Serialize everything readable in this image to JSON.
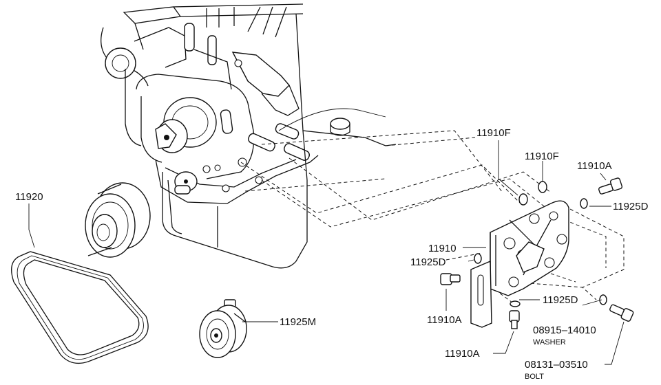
{
  "diagram": {
    "callouts": [
      {
        "id": "c-11910f-a",
        "part": "11910F"
      },
      {
        "id": "c-11910f-b",
        "part": "11910F"
      },
      {
        "id": "c-11910a-top",
        "part": "11910A"
      },
      {
        "id": "c-11925d-top",
        "part": "11925D"
      },
      {
        "id": "c-11920",
        "part": "11920"
      },
      {
        "id": "c-11910",
        "part": "11910"
      },
      {
        "id": "c-11925d-mid",
        "part": "11925D"
      },
      {
        "id": "c-11925d-low",
        "part": "11925D"
      },
      {
        "id": "c-11910a-left",
        "part": "11910A"
      },
      {
        "id": "c-11925m",
        "part": "11925M"
      },
      {
        "id": "c-08915",
        "part": "08915–14010",
        "desc": "WASHER"
      },
      {
        "id": "c-11910a-bottom",
        "part": "11910A"
      },
      {
        "id": "c-08131",
        "part": "08131–03510",
        "desc": "BOLT"
      }
    ]
  }
}
